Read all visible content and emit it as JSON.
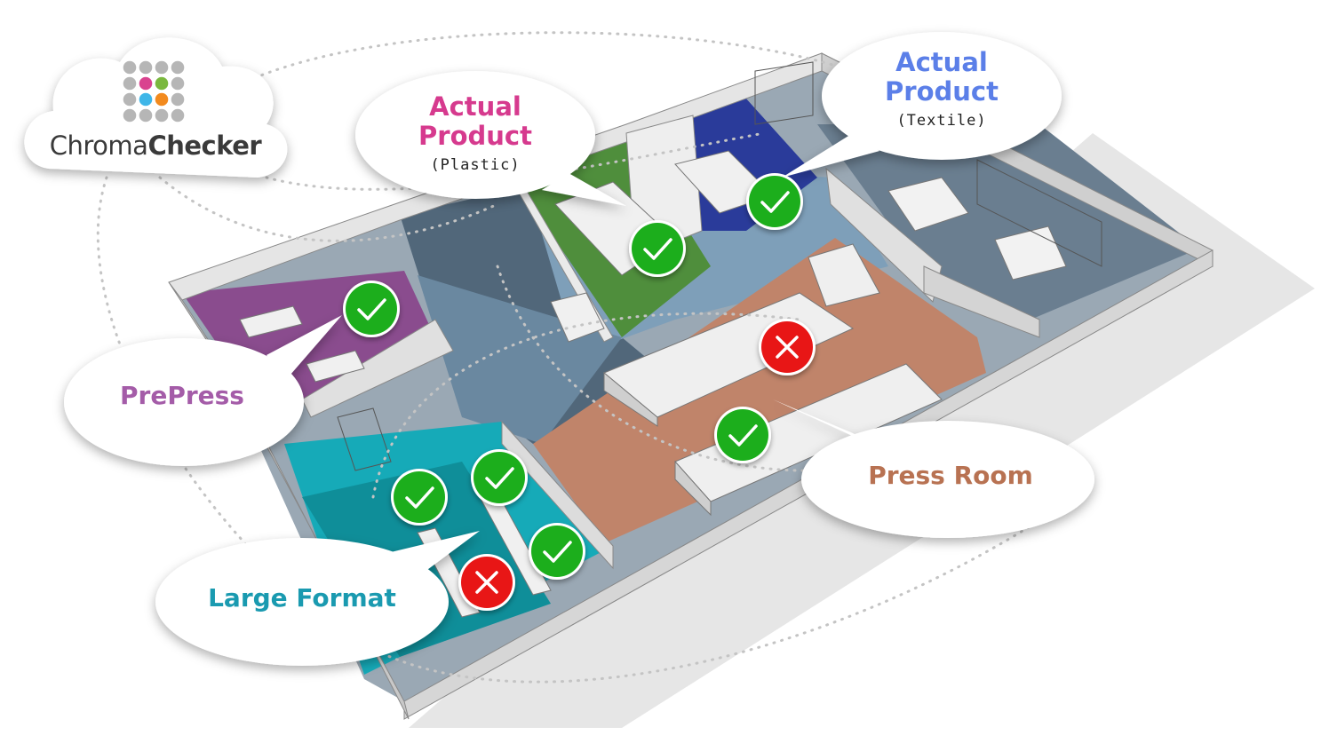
{
  "logo": {
    "name_regular": "Chroma",
    "name_bold": "Checker",
    "dot_colors": [
      "#b6b6b6",
      "#d9438f",
      "#7ab83e",
      "#3fb6e8",
      "#f28a1e"
    ]
  },
  "zones": [
    {
      "id": "plastic",
      "title_line1": "Actual",
      "title_line2": "Product",
      "subtitle": "(Plastic)",
      "color": "#d63a8e"
    },
    {
      "id": "textile",
      "title_line1": "Actual",
      "title_line2": "Product",
      "subtitle": "(Textile)",
      "color": "#5b7fe8"
    },
    {
      "id": "prepress",
      "title_line1": "PrePress",
      "color": "#a45ca8"
    },
    {
      "id": "press",
      "title_line1": "Press Room",
      "color": "#b87252"
    },
    {
      "id": "large",
      "title_line1": "Large Format",
      "color": "#1a9ab0"
    }
  ],
  "status_markers": [
    {
      "zone": "prepress",
      "status": "pass",
      "icon": "check-icon"
    },
    {
      "zone": "plastic",
      "status": "pass",
      "icon": "check-icon"
    },
    {
      "zone": "textile",
      "status": "pass",
      "icon": "check-icon"
    },
    {
      "zone": "press",
      "status": "fail",
      "icon": "x-icon"
    },
    {
      "zone": "press",
      "status": "pass",
      "icon": "check-icon"
    },
    {
      "zone": "large",
      "status": "pass",
      "icon": "check-icon"
    },
    {
      "zone": "large",
      "status": "pass",
      "icon": "check-icon"
    },
    {
      "zone": "large",
      "status": "pass",
      "icon": "check-icon"
    },
    {
      "zone": "large",
      "status": "fail",
      "icon": "x-icon"
    }
  ],
  "colors": {
    "pass": "#1fae1f",
    "fail": "#e81818",
    "floor_hall": "#51677a",
    "floor_light": "#7e9fb9",
    "floor_press": "#c0846a",
    "floor_large": "#16aab8",
    "floor_prepress": "#8a4c8e",
    "floor_plastic": "#4f8e3c",
    "floor_textile": "#2a3b9a",
    "wall": "#d8d8d8"
  }
}
